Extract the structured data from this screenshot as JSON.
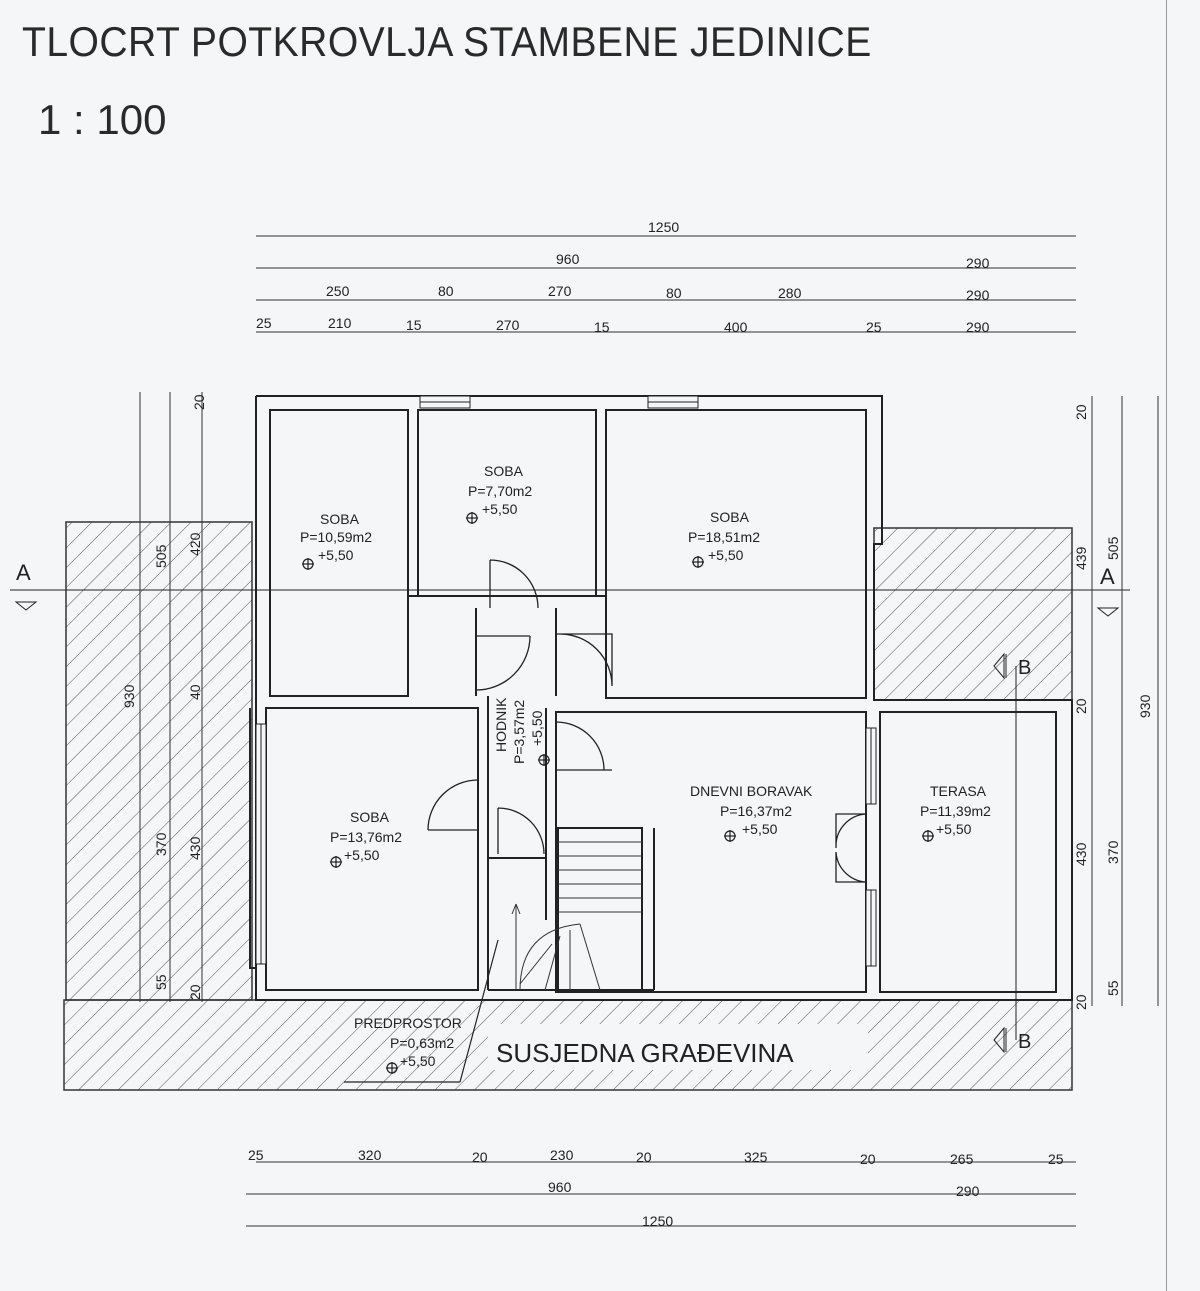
{
  "title": "TLOCRT POTKROVLJA STAMBENE JEDINICE",
  "scale": "1 : 100",
  "rooms": {
    "soba1": {
      "name": "SOBA",
      "area": "P=10,59m2",
      "level": "+5,50"
    },
    "soba2": {
      "name": "SOBA",
      "area": "P=7,70m2",
      "level": "+5,50"
    },
    "soba3": {
      "name": "SOBA",
      "area": "P=18,51m2",
      "level": "+5,50"
    },
    "soba4": {
      "name": "SOBA",
      "area": "P=13,76m2",
      "level": "+5,50"
    },
    "hodnik": {
      "name": "HODNIK",
      "area": "P=3,57m2",
      "level": "+5,50"
    },
    "dnevni": {
      "name": "DNEVNI BORAVAK",
      "area": "P=16,37m2",
      "level": "+5,50"
    },
    "terasa": {
      "name": "TERASA",
      "area": "P=11,39m2",
      "level": "+5,50"
    },
    "predprostor": {
      "name": "PREDPROSTOR",
      "area": "P=0,63m2",
      "level": "+5,50"
    }
  },
  "neighbour": "SUSJEDNA GRAĐEVINA",
  "section_marks": {
    "a": "A",
    "b": "B"
  },
  "dims_top": {
    "row1": [
      "1250"
    ],
    "row2": [
      "960",
      "290"
    ],
    "row3": [
      "250",
      "80",
      "270",
      "80",
      "280",
      "290"
    ],
    "row4": [
      "25",
      "210",
      "15",
      "270",
      "15",
      "400",
      "25",
      "290"
    ]
  },
  "dims_bottom": {
    "row1": [
      "25",
      "320",
      "20",
      "230",
      "20",
      "325",
      "20",
      "265",
      "25"
    ],
    "row2": [
      "960",
      "290"
    ],
    "row3": [
      "1250"
    ]
  },
  "dims_left": {
    "outer": [
      "930"
    ],
    "mid": [
      "505",
      "370",
      "55"
    ],
    "inner": [
      "420",
      "40",
      "430",
      "20"
    ],
    "top": [
      "20"
    ]
  },
  "dims_right": {
    "outer": [
      "930"
    ],
    "mid": [
      "505",
      "370",
      "55"
    ],
    "inner": [
      "20",
      "439",
      "20",
      "430",
      "20"
    ]
  }
}
